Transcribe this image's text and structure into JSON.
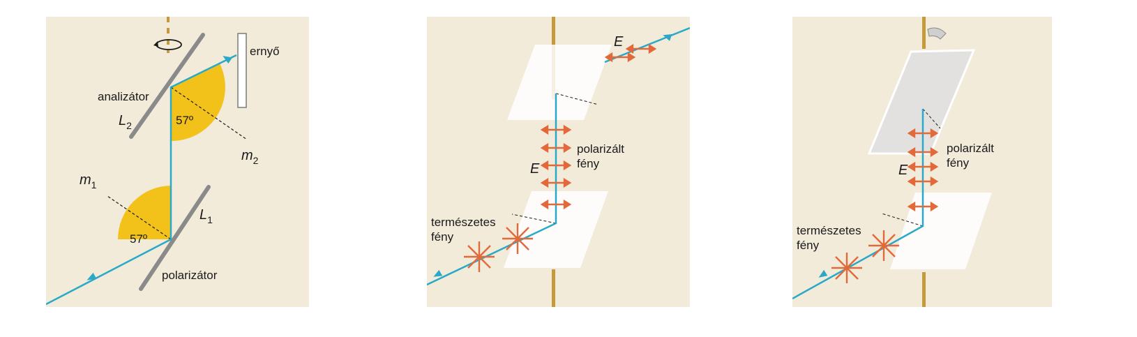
{
  "panels": [
    {
      "labels": {
        "screen": "ernyő",
        "analyzer": "analizátor",
        "l2": "L",
        "l2_sub": "2",
        "angle_top": "57º",
        "m2": "m",
        "m2_sub": "2",
        "m1": "m",
        "m1_sub": "1",
        "l1": "L",
        "l1_sub": "1",
        "angle_bottom": "57º",
        "polarizer": "polarizátor"
      }
    },
    {
      "labels": {
        "e_top": "E",
        "polarized": "polarizált",
        "polarized_light": "fény",
        "e_mid": "E",
        "natural": "természetes",
        "natural_light": "fény"
      }
    },
    {
      "labels": {
        "polarized": "polarizált",
        "polarized_light": "fény",
        "e_mid": "E",
        "natural": "természetes",
        "natural_light": "fény"
      }
    }
  ],
  "colors": {
    "panel_bg": "#f2ebda",
    "beam": "#29a9c7",
    "angle_fill": "#f2c21b",
    "field_arrow": "#e2693a",
    "glass": "#ffffff",
    "rod": "#c59a3c",
    "mirror": "#808080"
  }
}
